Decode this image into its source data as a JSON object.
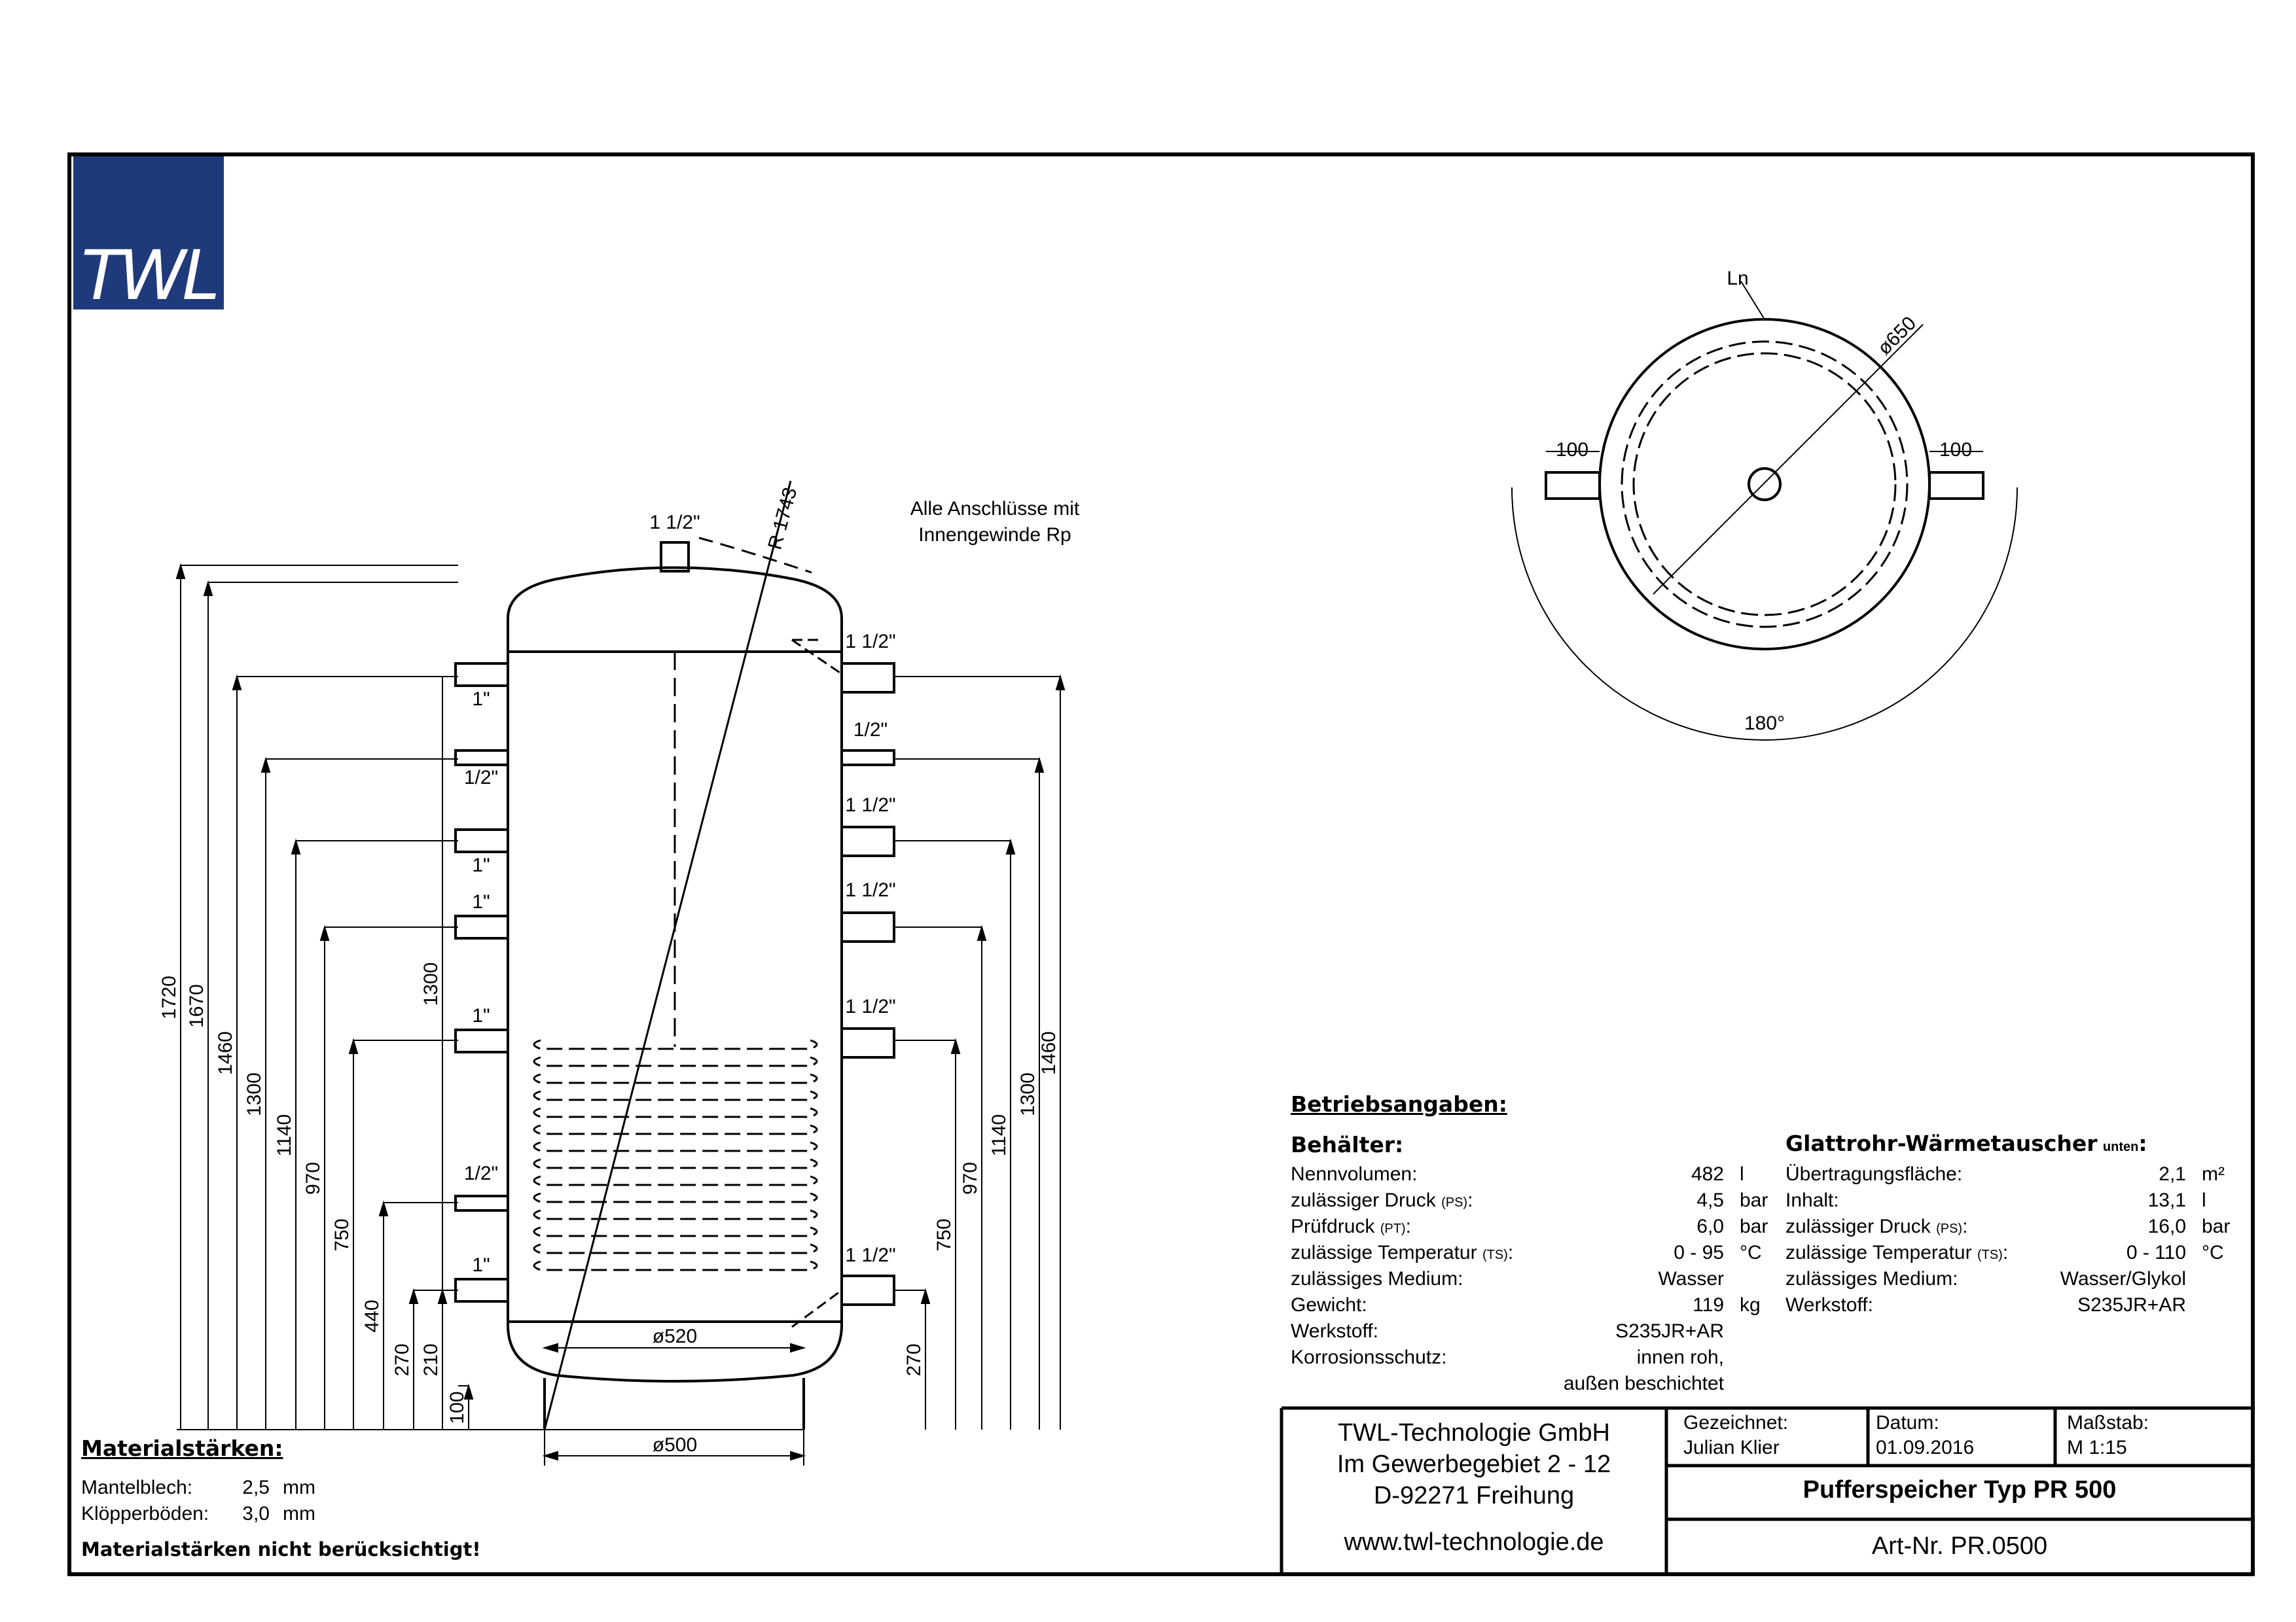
{
  "logo": {
    "text": "TWL"
  },
  "notes": {
    "connections_line1": "Alle Anschlüsse mit",
    "connections_line2": "Innengewinde Rp"
  },
  "front_view": {
    "radius_label": "R 1743",
    "top_connection": "1 1/2\"",
    "diameter_inner": "ø520",
    "diameter_base": "ø500",
    "left_connection_labels": [
      "1\"",
      "1/2\"",
      "1\"",
      "1\"",
      "1\"",
      "1/2\"",
      "1\""
    ],
    "right_connection_labels": [
      "1 1/2\"",
      "1/2\"",
      "1 1/2\"",
      "1 1/2\"",
      "1 1/2\"",
      "1 1/2\""
    ],
    "left_heights": [
      "1720",
      "1670",
      "1460",
      "1300",
      "1140",
      "970",
      "750",
      "440",
      "270",
      "210",
      "100"
    ],
    "left_inner_height": "1300",
    "right_heights": [
      "1460",
      "1300",
      "1140",
      "970",
      "750",
      "270"
    ]
  },
  "top_view": {
    "ln_label": "Ln",
    "diameter": "ø650",
    "stub_left": "100",
    "stub_right": "100",
    "angle": "180°"
  },
  "betriebsangaben": {
    "title": "Betriebsangaben:",
    "behaelter_title": "Behälter:",
    "behaelter_rows": [
      {
        "label": "Nennvolumen:",
        "sub": "",
        "value": "482",
        "unit": "l"
      },
      {
        "label": "zulässiger Druck",
        "sub": "(PS)",
        "value": "4,5",
        "unit": "bar"
      },
      {
        "label": "Prüfdruck",
        "sub": "(PT)",
        "value": "6,0",
        "unit": "bar"
      },
      {
        "label": "zulässige Temperatur",
        "sub": "(TS)",
        "value": "0 - 95",
        "unit": "°C"
      },
      {
        "label": "zulässiges Medium:",
        "sub": "",
        "value": "Wasser",
        "unit": ""
      },
      {
        "label": "Gewicht:",
        "sub": "",
        "value": "119",
        "unit": "kg"
      },
      {
        "label": "Werkstoff:",
        "sub": "",
        "value": "S235JR+AR",
        "unit": ""
      },
      {
        "label": "Korrosionsschutz:",
        "sub": "",
        "value": "innen roh,",
        "unit": ""
      },
      {
        "label": "",
        "sub": "",
        "value": "außen beschichtet",
        "unit": ""
      }
    ],
    "waermetauscher_title": "Glattrohr-Wärmetauscher",
    "waermetauscher_sub": "unten",
    "waermetauscher_rows": [
      {
        "label": "Übertragungsfläche:",
        "sub": "",
        "value": "2,1",
        "unit": "m²"
      },
      {
        "label": "Inhalt:",
        "sub": "",
        "value": "13,1",
        "unit": "l"
      },
      {
        "label": "zulässiger Druck",
        "sub": "(PS)",
        "value": "16,0",
        "unit": "bar"
      },
      {
        "label": "zulässige Temperatur",
        "sub": "(TS)",
        "value": "0 - 110",
        "unit": "°C"
      },
      {
        "label": "zulässiges Medium:",
        "sub": "",
        "value": "Wasser/Glykol",
        "unit": ""
      },
      {
        "label": "Werkstoff:",
        "sub": "",
        "value": "S235JR+AR",
        "unit": ""
      }
    ]
  },
  "materialstaerken": {
    "title": "Materialstärken:",
    "rows": [
      {
        "label": "Mantelblech:",
        "value": "2,5",
        "unit": "mm"
      },
      {
        "label": "Klöpperböden:",
        "value": "3,0",
        "unit": "mm"
      }
    ],
    "note": "Materialstärken nicht berücksichtigt!"
  },
  "title_block": {
    "company": "TWL-Technologie GmbH",
    "street": "Im Gewerbegebiet 2 - 12",
    "city": "D-92271 Freihung",
    "website": "www.twl-technologie.de",
    "drawn_label": "Gezeichnet:",
    "drawn_value": "Julian Klier",
    "date_label": "Datum:",
    "date_value": "01.09.2016",
    "scale_label": "Maßstab:",
    "scale_value": "M 1:15",
    "product": "Pufferspeicher Typ PR 500",
    "article": "Art-Nr. PR.0500"
  }
}
